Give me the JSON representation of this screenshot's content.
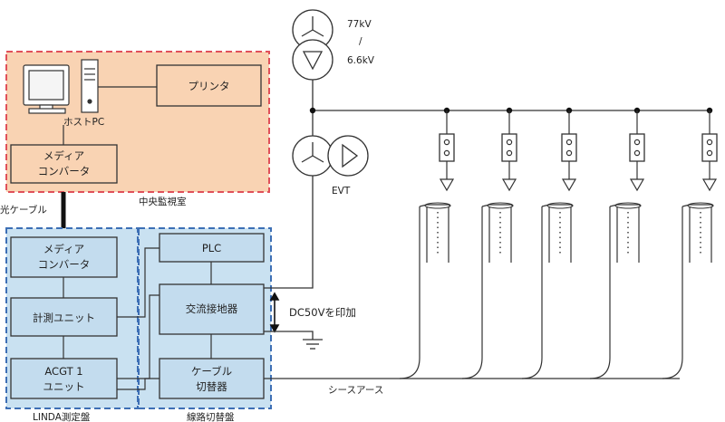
{
  "transformer": {
    "primary": "77kV",
    "separator": "/",
    "secondary": "6.6kV"
  },
  "evt": {
    "label": "EVT"
  },
  "central_room": {
    "label": "中央監視室",
    "host_pc": "ホストPC",
    "printer": "プリンタ",
    "media_converter": [
      "メディア",
      "コンバータ"
    ]
  },
  "optical_cable": {
    "label": "光ケーブル"
  },
  "linda": {
    "label": "LINDA測定盤",
    "media_converter": [
      "メディア",
      "コンバータ"
    ],
    "measurement_unit": "計測ユニット",
    "acgt_unit": [
      "ACGT 1",
      "ユニット"
    ]
  },
  "line_switch": {
    "label": "線路切替盤",
    "plc": "PLC",
    "ac_grounding": "交流接地器",
    "cable_switch": [
      "ケーブル",
      "切替器"
    ]
  },
  "dc_apply": {
    "label": "DC50Vを印加"
  },
  "sheath_earth": {
    "label": "シースアース"
  },
  "colors": {
    "central_fill": "#f9d3b3",
    "central_border": "#e0505a",
    "panel_fill": "#c9e1f1",
    "panel_border": "#3d6fb5",
    "box_fill": "#c3dcee",
    "line": "#333333"
  }
}
